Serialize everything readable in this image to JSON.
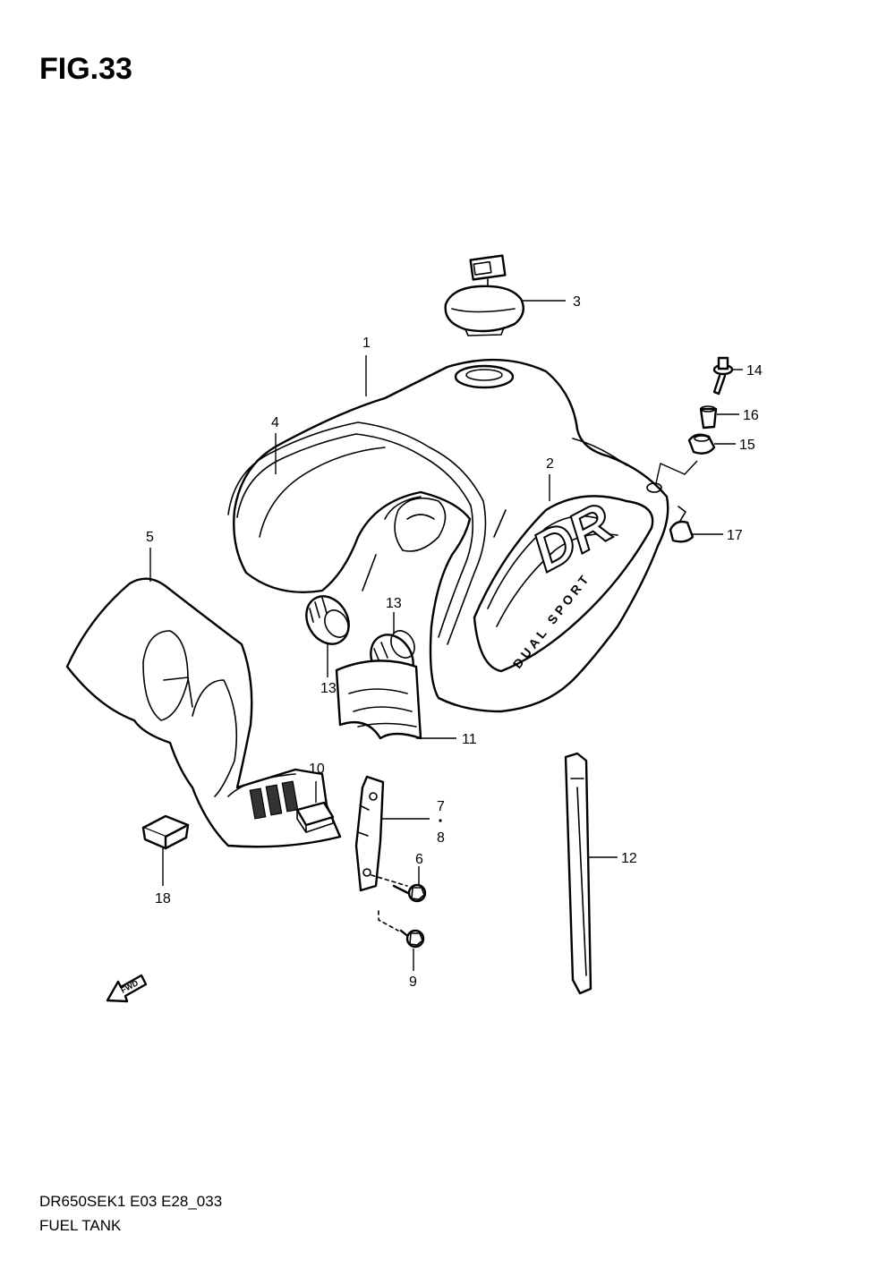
{
  "figure": {
    "title": "FIG.33",
    "footer_code": "DR650SEK1 E03 E28_033",
    "footer_name": "FUEL TANK"
  },
  "callouts": {
    "c1": "1",
    "c2": "2",
    "c3": "3",
    "c4": "4",
    "c5": "5",
    "c6": "6",
    "c7": "7",
    "c8": "8",
    "c9": "9",
    "c10": "10",
    "c11": "11",
    "c12": "12",
    "c13a": "13",
    "c13b": "13",
    "c14": "14",
    "c15": "15",
    "c16": "16",
    "c17": "17",
    "c18": "18"
  },
  "decal": {
    "logo_text": "DR",
    "model_text": "DUAL SPORT"
  },
  "fwd_arrow": {
    "label": "FWD"
  }
}
